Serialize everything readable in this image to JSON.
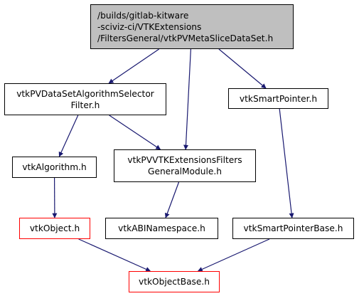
{
  "colors": {
    "edge": "#191970",
    "root_fill": "#bfbfbf",
    "node_border": "#000000",
    "missing_node_border": "#ff0000"
  },
  "nodes": {
    "root": {
      "lines": [
        "/builds/gitlab-kitware",
        "-sciviz-ci/VTKExtensions",
        "/FiltersGeneral/vtkPVMetaSliceDataSet.h"
      ],
      "link": true
    },
    "selector": {
      "lines": [
        "vtkPVDataSetAlgorithmSelector",
        "Filter.h"
      ],
      "link": true
    },
    "smart_pointer": {
      "lines": [
        "vtkSmartPointer.h"
      ],
      "link": true
    },
    "algorithm": {
      "lines": [
        "vtkAlgorithm.h"
      ],
      "link": true
    },
    "module": {
      "lines": [
        "vtkPVVTKExtensionsFilters",
        "GeneralModule.h"
      ],
      "link": true
    },
    "object": {
      "lines": [
        "vtkObject.h"
      ],
      "link": false
    },
    "abi": {
      "lines": [
        "vtkABINamespace.h"
      ],
      "link": true
    },
    "smart_pointer_base": {
      "lines": [
        "vtkSmartPointerBase.h"
      ],
      "link": true
    },
    "object_base": {
      "lines": [
        "vtkObjectBase.h"
      ],
      "link": false
    }
  },
  "edges": [
    [
      "root",
      "selector"
    ],
    [
      "root",
      "module"
    ],
    [
      "root",
      "smart_pointer"
    ],
    [
      "selector",
      "algorithm"
    ],
    [
      "selector",
      "module"
    ],
    [
      "smart_pointer",
      "smart_pointer_base"
    ],
    [
      "algorithm",
      "object"
    ],
    [
      "module",
      "abi"
    ],
    [
      "object",
      "object_base"
    ],
    [
      "smart_pointer_base",
      "object_base"
    ]
  ]
}
